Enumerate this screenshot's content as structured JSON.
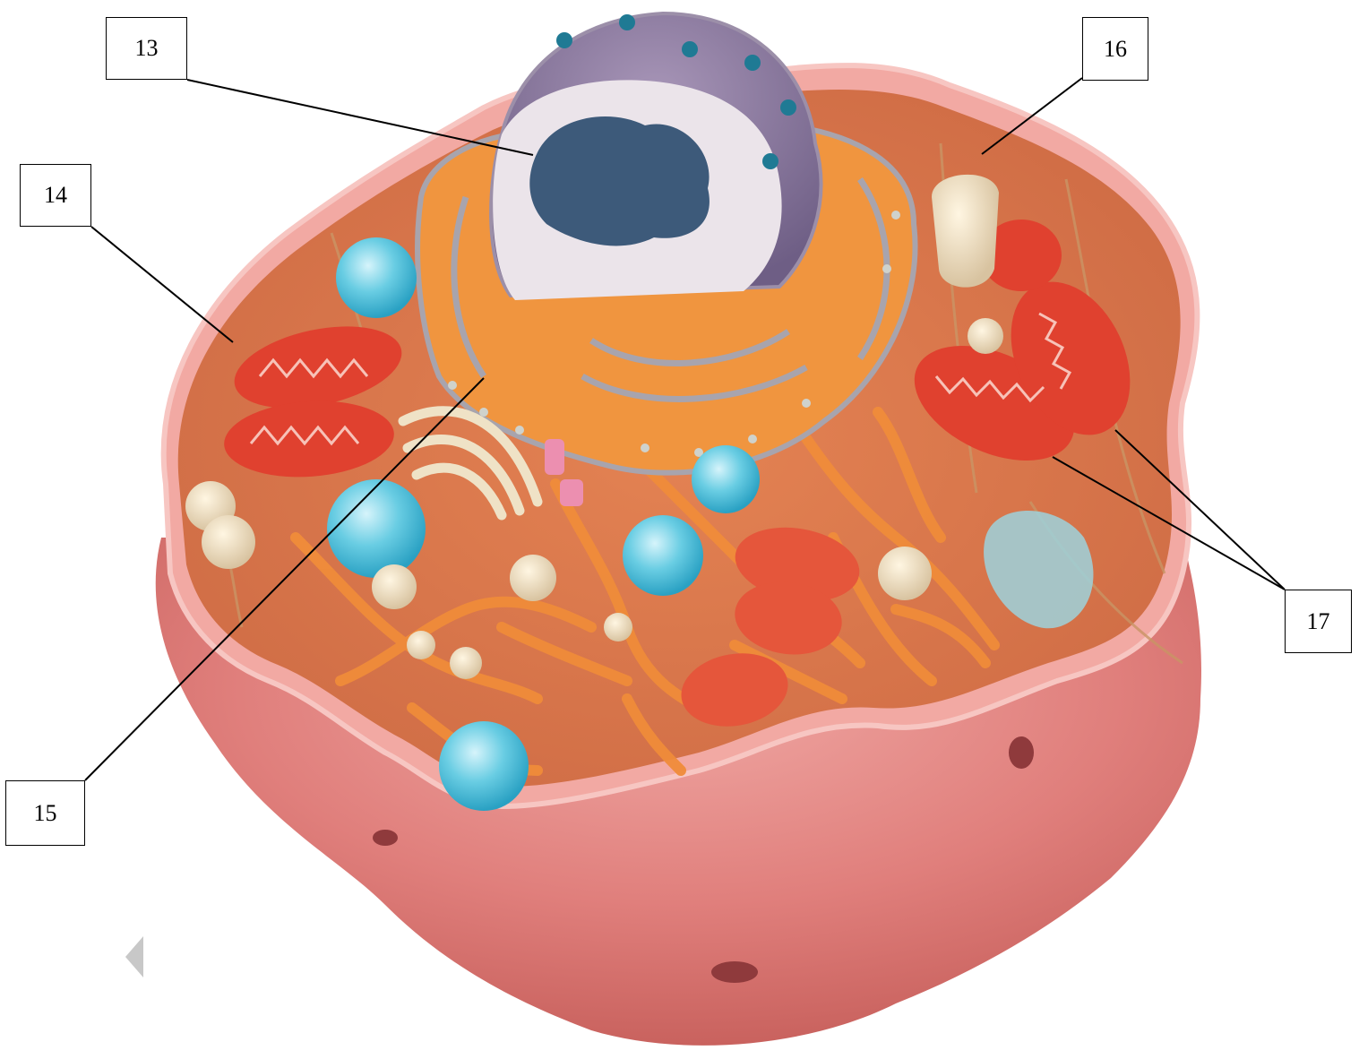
{
  "labels": {
    "l13": "13",
    "l14": "14",
    "l15": "15",
    "l16": "16",
    "l17": "17"
  },
  "colors": {
    "membrane": "#e8858a",
    "cytoplasm": "#d9744f",
    "er": "#f0923f",
    "mitochondria": "#d9402f",
    "vesicle": "#5ec6de",
    "nucleus": "#8a789a",
    "chromatin": "#3d5a7a"
  },
  "icons": {
    "nav": "previous-arrow-icon"
  }
}
